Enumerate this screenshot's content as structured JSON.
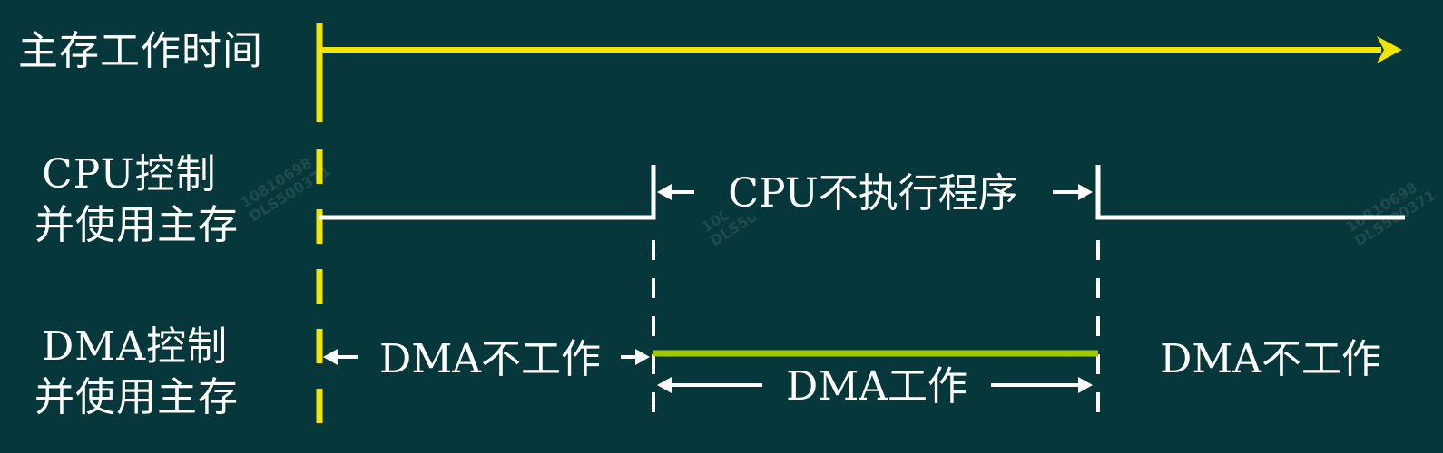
{
  "rows": {
    "memory": {
      "label": "主存工作时间"
    },
    "cpu": {
      "label_line1": "CPU控制",
      "label_line2": "并使用主存"
    },
    "dma": {
      "label_line1": "DMA控制",
      "label_line2": "并使用主存"
    }
  },
  "annotations": {
    "cpu_not_executing": "CPU不执行程序",
    "dma_not_working_before": "DMA不工作",
    "dma_working": "DMA工作",
    "dma_not_working_after": "DMA不工作"
  },
  "watermark": {
    "line1": "10810698",
    "line2": "DLS500371"
  },
  "colors": {
    "background": "#06373a",
    "memory_line": "#f2e600",
    "signal_line": "#ffffff",
    "dma_active": "#a2c800",
    "dashed_start": "#f2e600",
    "dashed_guides": "#ffffff"
  }
}
